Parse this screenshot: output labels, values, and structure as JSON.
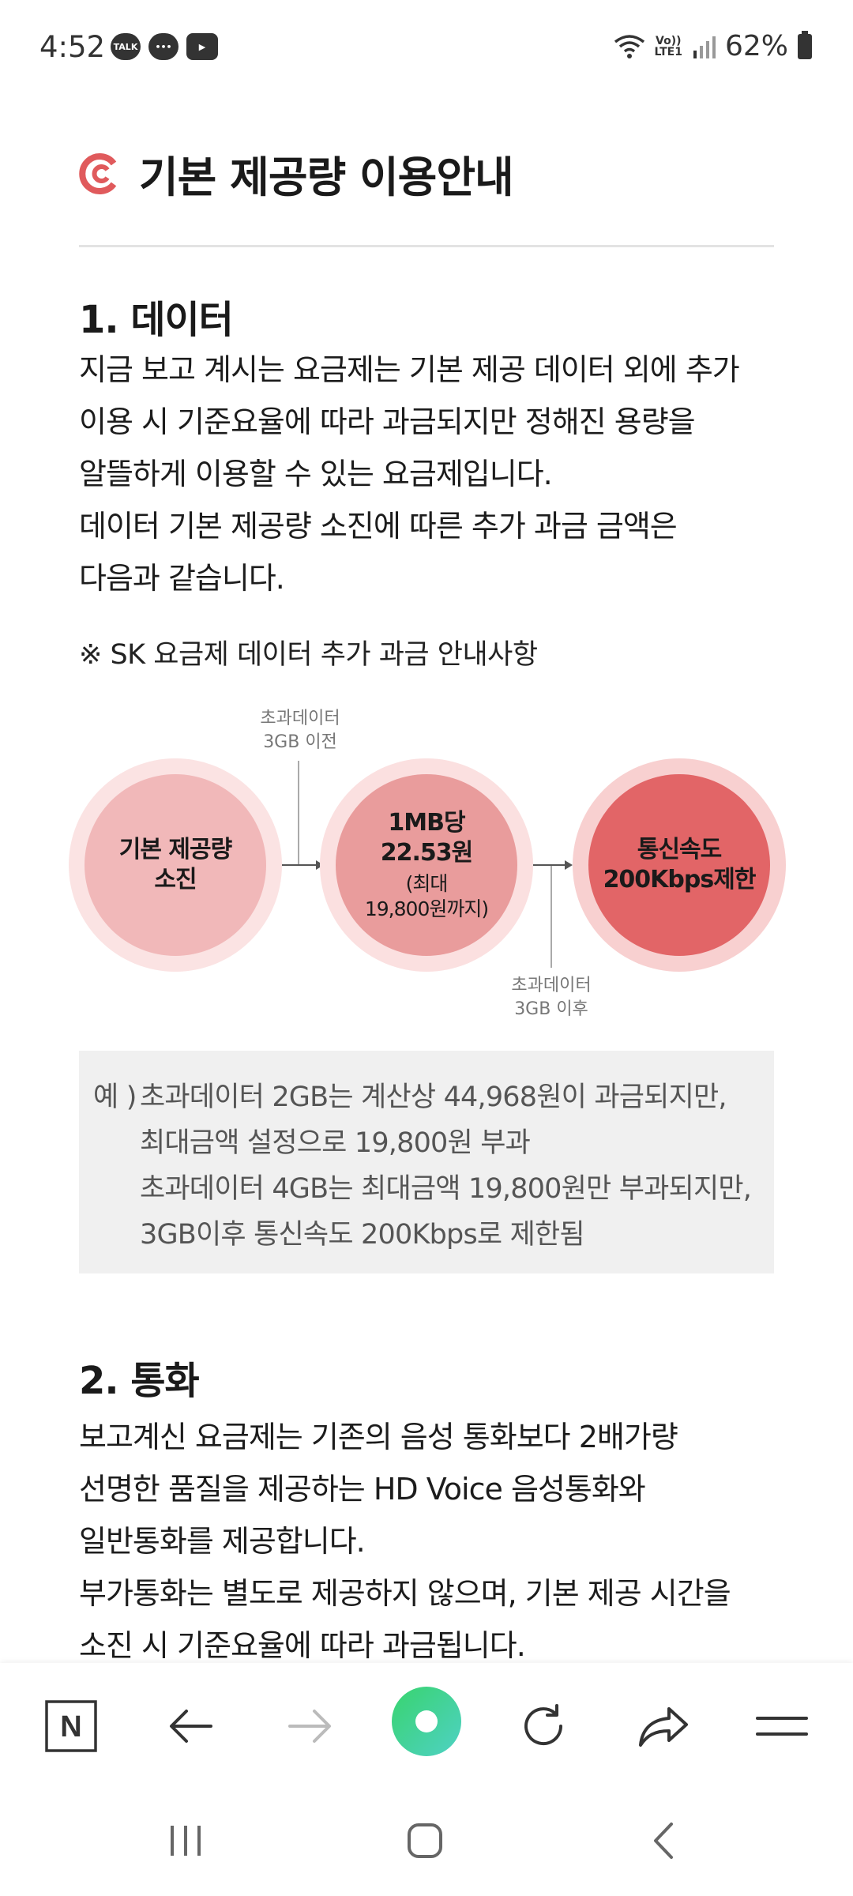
{
  "status_bar": {
    "time": "4:52",
    "apps": [
      "TALK",
      "chat",
      "youtube"
    ],
    "network_label_top": "Vo))",
    "network_label_bottom": "LTE1",
    "battery": "62%"
  },
  "page": {
    "title": "기본 제공량 이용안내",
    "section1": {
      "title": "1. 데이터",
      "lines": [
        "지금 보고 계시는 요금제는 기본 제공 데이터 외에 추가",
        "이용 시 기준요율에 따라 과금되지만 정해진 용량을",
        "알뜰하게 이용할 수 있는 요금제입니다.",
        "데이터 기본 제공량 소진에 따른 추가 과금 금액은",
        "다음과 같습니다."
      ],
      "note": "※  SK 요금제 데이터 추가 과금 안내사항"
    },
    "diagram": {
      "step1": {
        "line1": "기본 제공량",
        "line2": "소진"
      },
      "step2": {
        "line1": "1MB당",
        "line2": "22.53원",
        "sub1": "(최대",
        "sub2": "19,800원까지)"
      },
      "step3": {
        "line1": "통신속도",
        "line2": "200Kbps제한"
      },
      "label_before": {
        "line1": "초과데이터",
        "line2": "3GB 이전"
      },
      "label_after": {
        "line1": "초과데이터",
        "line2": "3GB 이후"
      }
    },
    "example": {
      "prefix": "예 )",
      "lines": [
        "초과데이터 2GB는 계산상 44,968원이 과금되지만,",
        "최대금액 설정으로 19,800원 부과",
        "초과데이터 4GB는 최대금액 19,800원만 부과되지만,",
        "3GB이후 통신속도 200Kbps로 제한됨"
      ]
    },
    "section2": {
      "title": "2. 통화",
      "lines": [
        "보고계신 요금제는 기존의 음성 통화보다 2배가량",
        "선명한 품질을 제공하는 HD Voice 음성통화와",
        "일반통화를 제공합니다.",
        "부가통화는 별도로 제공하지 않으며, 기본 제공 시간을",
        "소진 시 기준요율에 따라 과금됩니다."
      ]
    }
  },
  "browser_bar": {
    "icons": [
      "naver-n-icon",
      "back-arrow-icon",
      "forward-arrow-icon",
      "green-dot-icon",
      "refresh-icon",
      "share-icon",
      "menu-icon"
    ],
    "logo_letter": "N"
  },
  "colors": {
    "accent": "#e05a5c",
    "green": "#2ecc71"
  }
}
